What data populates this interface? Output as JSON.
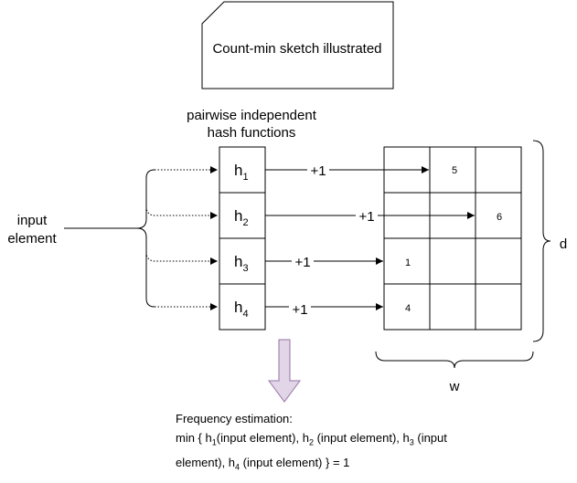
{
  "title": "Count-min sketch illustrated",
  "hash_label": [
    "pairwise independent",
    "hash functions"
  ],
  "input_label": [
    "input",
    "element"
  ],
  "hash_letter": "h",
  "hashes": [
    {
      "sub": "1",
      "increment": "+1"
    },
    {
      "sub": "2",
      "increment": "+1"
    },
    {
      "sub": "3",
      "increment": "+1"
    },
    {
      "sub": "4",
      "increment": "+1"
    }
  ],
  "grid_values": [
    [
      "",
      "5",
      ""
    ],
    [
      "",
      "",
      "6"
    ],
    [
      "1",
      "",
      ""
    ],
    [
      "4",
      "",
      ""
    ]
  ],
  "d_label": "d",
  "w_label": "w",
  "frequency": {
    "heading": "Frequency estimation:",
    "parts": [
      "min { h",
      "1",
      "(input element), h",
      "2",
      " (input element), h",
      "3",
      " (input element), h",
      "4",
      " (input element) } = 1"
    ]
  },
  "colors": {
    "arrow_fill": "#e1d5e7",
    "arrow_stroke": "#9673a6"
  }
}
